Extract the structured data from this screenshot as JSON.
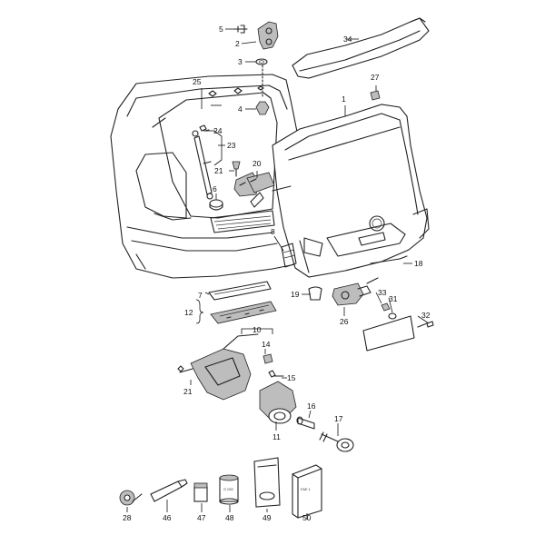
{
  "diagram": {
    "callouts": {
      "c1": "1",
      "c2": "2",
      "c3": "3",
      "c4": "4",
      "c5": "5",
      "c6": "6",
      "c7": "7",
      "c10": "10",
      "c11": "11",
      "c12": "12",
      "c14": "14",
      "c15": "15",
      "c16": "16",
      "c17": "17",
      "c18": "18",
      "c19": "19",
      "c20": "20",
      "c21a": "21",
      "c21b": "21",
      "c23": "23",
      "c24": "24",
      "c25": "25",
      "c26": "26",
      "c27": "27",
      "c28": "28",
      "c31": "31",
      "c32": "32",
      "c33": "33",
      "c34": "34",
      "c46": "46",
      "c47": "47",
      "c48": "48",
      "c49": "49",
      "c50": "50"
    },
    "package_text": {
      "box_label": "FAE 1"
    }
  }
}
